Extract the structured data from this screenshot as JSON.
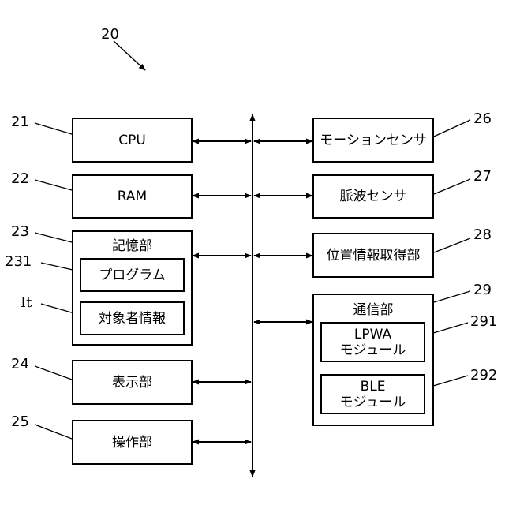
{
  "figure": {
    "reference": "20",
    "left_blocks": [
      {
        "ref": "21",
        "label": "CPU"
      },
      {
        "ref": "22",
        "label": "RAM"
      },
      {
        "ref": "23",
        "label": "記憶部",
        "children": [
          {
            "ref": "231",
            "label": "プログラム"
          },
          {
            "ref": "It",
            "label": "対象者情報"
          }
        ]
      },
      {
        "ref": "24",
        "label": "表示部"
      },
      {
        "ref": "25",
        "label": "操作部"
      }
    ],
    "right_blocks": [
      {
        "ref": "26",
        "label": "モーションセンサ"
      },
      {
        "ref": "27",
        "label": "脈波センサ"
      },
      {
        "ref": "28",
        "label": "位置情報取得部"
      },
      {
        "ref": "29",
        "label": "通信部",
        "children": [
          {
            "ref": "291",
            "label_line1": "LPWA",
            "label_line2": "モジュール"
          },
          {
            "ref": "292",
            "label_line1": "BLE",
            "label_line2": "モジュール"
          }
        ]
      }
    ]
  }
}
